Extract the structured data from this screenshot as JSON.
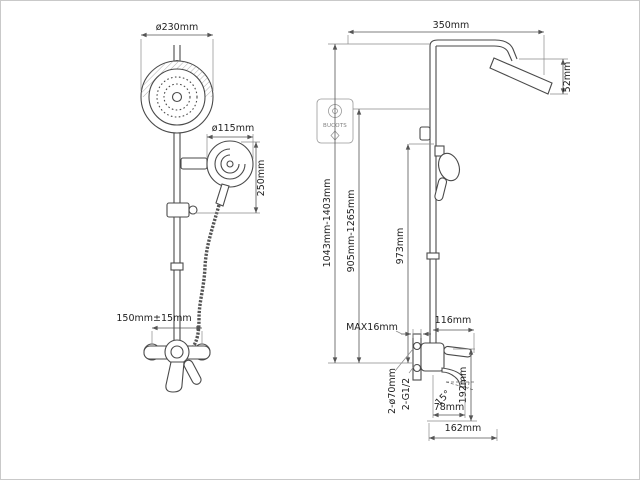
{
  "style": {
    "line_color": "#4a4a4a",
    "dimension_color": "#555555",
    "background": "#ffffff"
  },
  "logo": {
    "brand": "BUCOTS"
  },
  "front_view": {
    "head_diameter": "ø230mm",
    "hand_shower_diameter": "ø115mm",
    "slide_bar_travel": "250mm",
    "inlet_spacing": "150mm±15mm"
  },
  "side_view": {
    "arm_reach": "350mm",
    "head_drop": "52mm",
    "overall_height": "1043mm-1403mm",
    "column_height": "905mm-1265mm",
    "riser_height": "973mm",
    "wall_max": "MAX16mm",
    "handle_reach": "116mm",
    "spout_drop": "192mm",
    "spout_reach": "78mm",
    "base_reach": "162mm",
    "inlet_holes": "2-ø70mm",
    "connection_thread": "2-G1/2",
    "spout_angle": "15°"
  }
}
